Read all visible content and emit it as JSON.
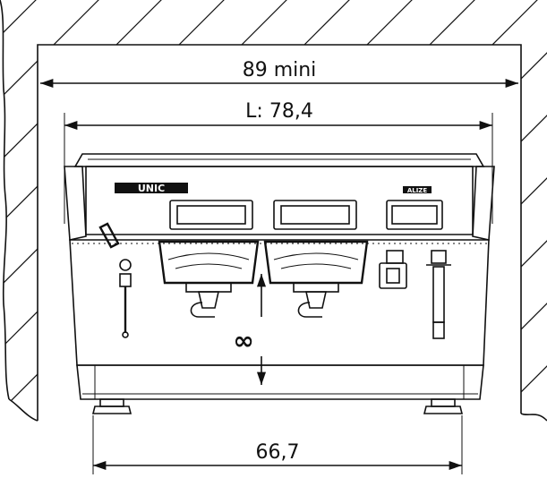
{
  "dimensions": {
    "min_width": "89  mini",
    "machine_width": "L:  78,4",
    "feet_width": "66,7",
    "cup_clearance": "∞"
  },
  "brand": {
    "logo_text": "UNIC",
    "model_text": "ALIZE"
  }
}
